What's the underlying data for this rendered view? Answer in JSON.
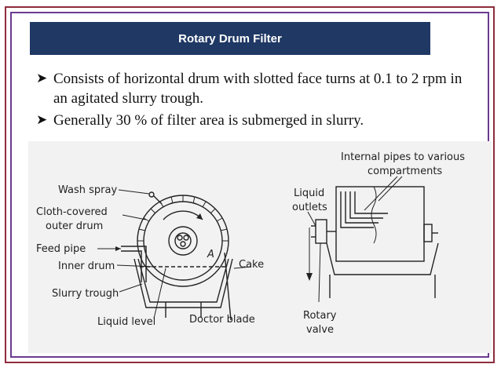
{
  "slide": {
    "title": "Rotary Drum Filter",
    "bullets": [
      "Consists of horizontal drum with slotted face turns at 0.1 to 2 rpm in an agitated slurry trough.",
      "Generally 30 % of filter area is submerged in slurry."
    ],
    "bullet_glyph": "➤"
  },
  "figure": {
    "left_labels": {
      "wash_spray": "Wash spray",
      "cloth_covered_1": "Cloth-covered",
      "cloth_covered_2": "outer drum",
      "feed_pipe": "Feed pipe",
      "inner_drum": "Inner drum",
      "slurry_trough": "Slurry trough",
      "liquid_level": "Liquid level",
      "doctor_blade": "Doctor blade",
      "cake": "Cake",
      "point_a": "A"
    },
    "right_labels": {
      "internal_pipes_1": "Internal pipes to various",
      "internal_pipes_2": "compartments",
      "liquid_outlets_1": "Liquid",
      "liquid_outlets_2": "outlets",
      "rotary_valve_1": "Rotary",
      "rotary_valve_2": "valve"
    }
  },
  "colors": {
    "title_bg": "#1f3864",
    "frame_outer": "#8e2d3b",
    "frame_inner": "#6b3b8f"
  }
}
